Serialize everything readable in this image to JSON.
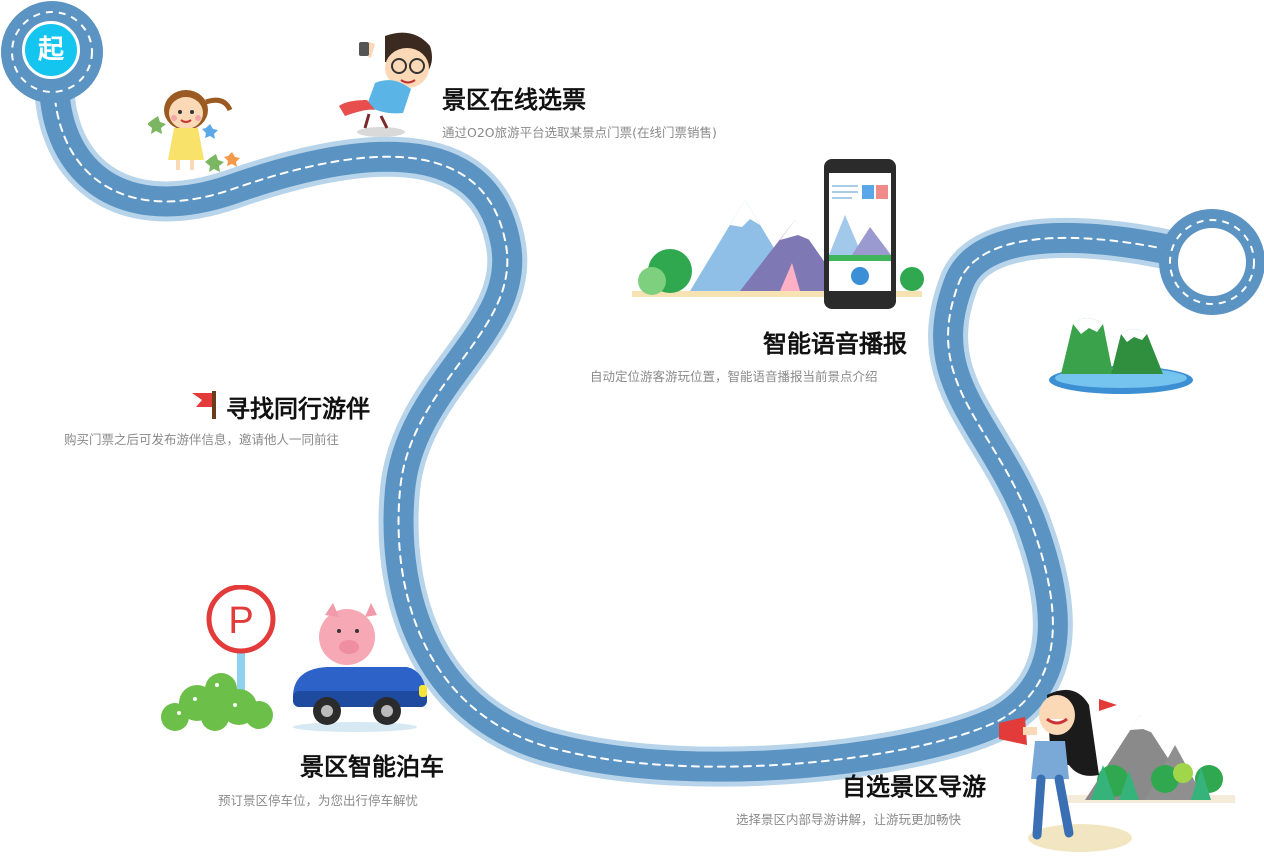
{
  "start_label": "起",
  "parking_sign": "P",
  "colors": {
    "road_outer": "#b7d4ea",
    "road": "#5b93c2",
    "road_dash": "#ffffff",
    "start_badge": "#14c6ef",
    "title_text": "#111111",
    "desc_text": "#8a8a8a"
  },
  "steps": [
    {
      "title": "景区在线选票",
      "desc": "通过O2O旅游平台选取某景点门票(在线门票销售)",
      "icon": "kid-relaxing-with-phone-illustration"
    },
    {
      "title": "智能语音播报",
      "desc": "自动定位游客游玩位置，智能语音播报当前景点介绍",
      "icon": "phone-with-mountains-illustration"
    },
    {
      "title": "寻找同行游伴",
      "desc": "购买门票之后可发布游伴信息，邀请他人一同前往",
      "icon": "red-flag-icon"
    },
    {
      "title": "景区智能泊车",
      "desc": "预订景区停车位，为您出行停车解忧",
      "icon": "pig-in-car-parking-illustration"
    },
    {
      "title": "自选景区导游",
      "desc": "选择景区内部导游讲解，让游玩更加畅快",
      "icon": "girl-with-megaphone-illustration"
    }
  ]
}
